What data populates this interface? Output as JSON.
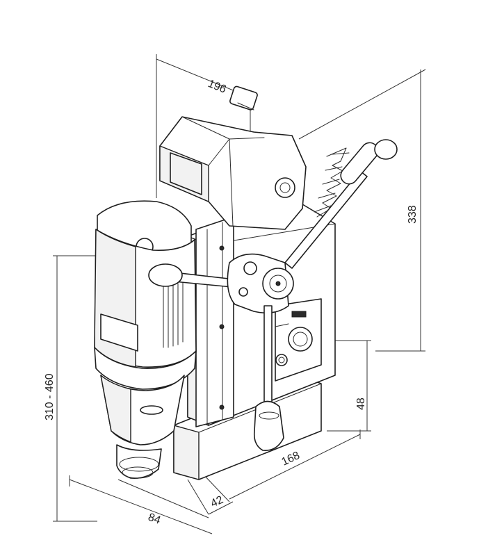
{
  "dimensions": {
    "top_width": "196",
    "height": "338",
    "working_height": "310 - 460",
    "base_height": "48",
    "base_length": "168",
    "offset": "42",
    "depth": "84"
  }
}
